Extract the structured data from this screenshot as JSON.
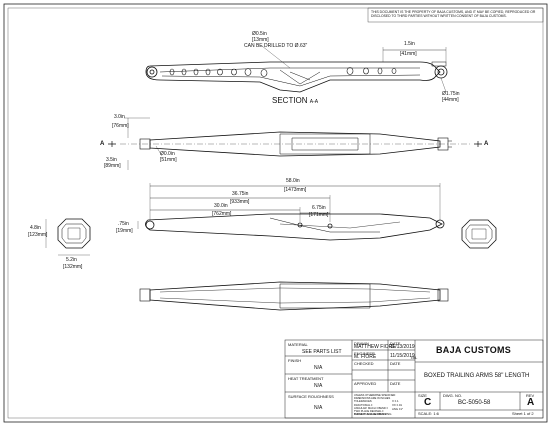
{
  "notice": "THIS DOCUMENT IS THE PROPERTY OF BAJA CUSTOMS, AND IT MAY BE COPIED, REPRODUCED OR DISCLOSED TO THIRD PARTIES WITHOUT WRITTEN CONSENT OF BAJA CUSTOMS.",
  "views": {
    "top": {
      "section_label": "SECTION",
      "section_suffix": "A-A",
      "dim_hole_in": "Ø0.5in",
      "dim_hole_mm": "[13mm]",
      "note_drill": "CAN BE DRILLED TO Ø.63\"",
      "dim_right_in": "1.5in",
      "dim_right_mm": "[41mm]",
      "dim_end_in": "Ø1.75in",
      "dim_end_mm": "[44mm]"
    },
    "middle": {
      "dim_left_in": "3.0in",
      "dim_left_mm": "[76mm]",
      "dim_width_in": "3.5in",
      "dim_width_mm": "[89mm]",
      "dim_tube_in": "Ø0.0in",
      "dim_tube_mm": "[51mm]",
      "section_marker_left": "A",
      "section_marker_right": "A"
    },
    "length_view": {
      "dim_total_in": "58.0in",
      "dim_total_mm": "[1473mm]",
      "dim_mid_in": "36.75in",
      "dim_mid_mm": "[933mm]",
      "dim_hole_in": "30.0in",
      "dim_hole_mm": "[762mm]",
      "dim_hole_spacing_in": "6.75in",
      "dim_hole_spacing_mm": "[171mm]",
      "dim_end_height_in": ".75in",
      "dim_end_height_mm": "[19mm]"
    },
    "end_view": {
      "dim_height_in": "4.8in",
      "dim_height_mm": "[123mm]",
      "dim_width_in": "5.2in",
      "dim_width_mm": "[132mm]"
    }
  },
  "title_block": {
    "company": "BAJA CUSTOMS",
    "title": "BOXED TRAILING ARMS 58\" LENGTH",
    "material_label": "MATERIAL",
    "material_value": "SEE PARTS LIST",
    "finish_label": "FINISH",
    "finish_value": "N/A",
    "heat_label": "HEAT TREATMENT",
    "heat_value": "N/A",
    "surface_label": "SURFACE ROUGHNESS",
    "surface_value": "N/A",
    "drawn_label": "DRAWN",
    "drawn_value": "MATTHEW FIORE",
    "drawn_date_label": "DATE",
    "drawn_date": "11/13/2019",
    "engineer_label": "ENGINEER",
    "engineer_value": "M. FIORE",
    "engineer_date": "11/15/2019",
    "engineer_status": "TBL",
    "checked_label": "CHECKED",
    "checked_date_label": "DATE",
    "approved_label": "APPROVED",
    "approved_date_label": "DATE",
    "size_label": "SIZE",
    "size_value": "C",
    "dwg_label": "DWG. NO.",
    "dwg_value": "BC-5050-58",
    "rev_label": "REV",
    "rev_value": "A",
    "scale_label": "SCALE: 1:6",
    "sheet_label": "Sheet 1 of 2",
    "no_scale": "DO NOT SCALE DRAWING",
    "tolerance_lines": [
      "UNLESS OTHERWISE SPECIFIED:",
      "DIMENSIONS ARE IN INCHES",
      "TOLERANCES:",
      "FRACTIONAL ±",
      "ANGULAR: MACH ±  BEND ±",
      "TWO PLACE DECIMAL ±",
      "THREE PLACE DECIMAL ±"
    ],
    "tol_x": "X ±.1",
    "tol_xx": "XX ±.01",
    "tol_ang": "ANG ±1°"
  }
}
